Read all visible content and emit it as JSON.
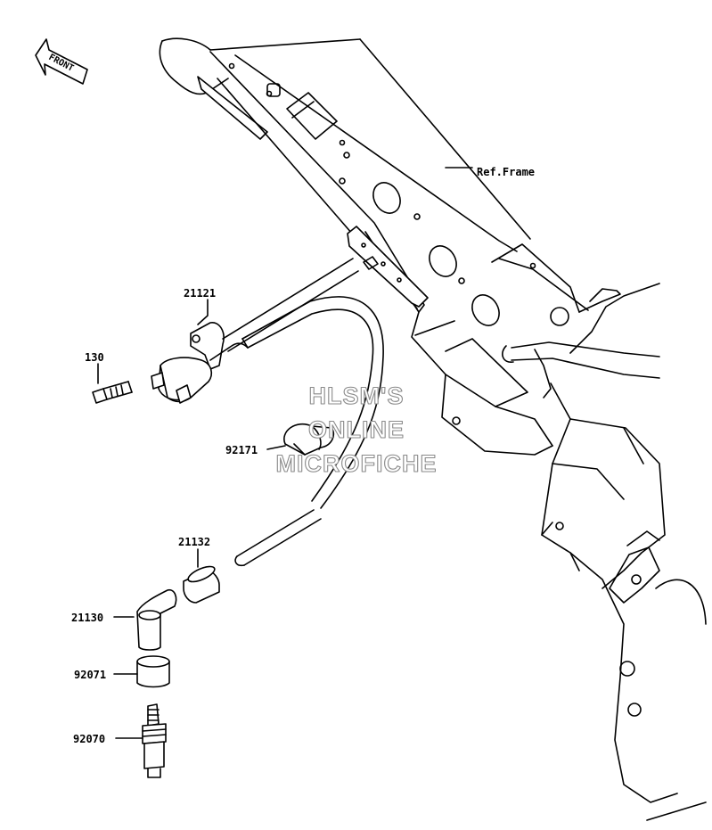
{
  "front_label": "FRONT",
  "ref_frame_label": "Ref.Frame",
  "watermark": {
    "line1": "HLSM'S",
    "line2": "ONLINE",
    "line3": "MICROFICHE"
  },
  "parts": [
    {
      "number": "21121",
      "name": "ignition-coil"
    },
    {
      "number": "130",
      "name": "coil-bolt"
    },
    {
      "number": "92171",
      "name": "wire-clamp"
    },
    {
      "number": "21132",
      "name": "cap-seal"
    },
    {
      "number": "21130",
      "name": "spark-plug-cap"
    },
    {
      "number": "92071",
      "name": "cap-boot"
    },
    {
      "number": "92070",
      "name": "spark-plug"
    }
  ],
  "colors": {
    "line": "#000000",
    "watermark_outline": "#8a8a8a"
  }
}
